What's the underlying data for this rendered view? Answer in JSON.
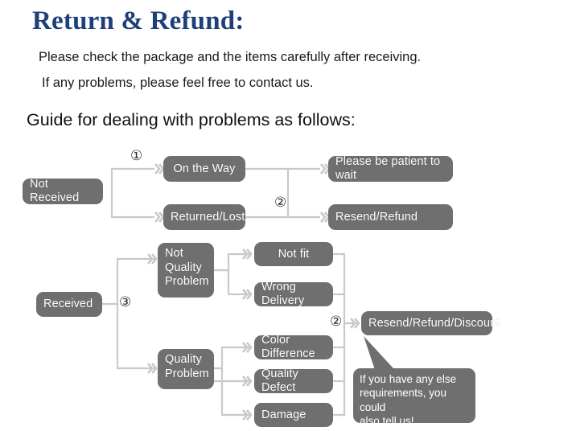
{
  "header": {
    "title": "Return & Refund:",
    "line1": "Please check the package and the items carefully after receiving.",
    "line2": "If any problems, please feel free to contact us.",
    "guide": "Guide for dealing with problems as follows:"
  },
  "colors": {
    "title": "#1f3f7a",
    "node_fill": "#6f6f6f",
    "node_text": "#ffffff",
    "wire": "#c9c9c9",
    "body_text": "#1a1a1a"
  },
  "flow": {
    "nodes": {
      "not_received": "Not Received",
      "on_the_way": "On the Way",
      "returned_lost": "Returned/Lost",
      "please_wait": "Please be patient to wait",
      "resend_refund": "Resend/Refund",
      "received": "Received",
      "not_quality_problem": "Not\nQuality\nProblem",
      "not_quality_problem_l1": "Not",
      "not_quality_problem_l2": "Quality",
      "not_quality_problem_l3": "Problem",
      "quality_problem_l1": "Quality",
      "quality_problem_l2": "Problem",
      "not_fit": "Not fit",
      "wrong_delivery": "Wrong Delivery",
      "color_difference": "Color Difference",
      "quality_defect": "Quality Defect",
      "damage": "Damage",
      "resend_refund_discount": "Resend/Refund/Discount"
    },
    "markers": {
      "one": "①",
      "two_top": "②",
      "three": "③",
      "two_bottom": "②"
    },
    "callout": {
      "line1": "If you have any else",
      "line2": "requirements, you could",
      "line3": "also tell us!"
    }
  }
}
